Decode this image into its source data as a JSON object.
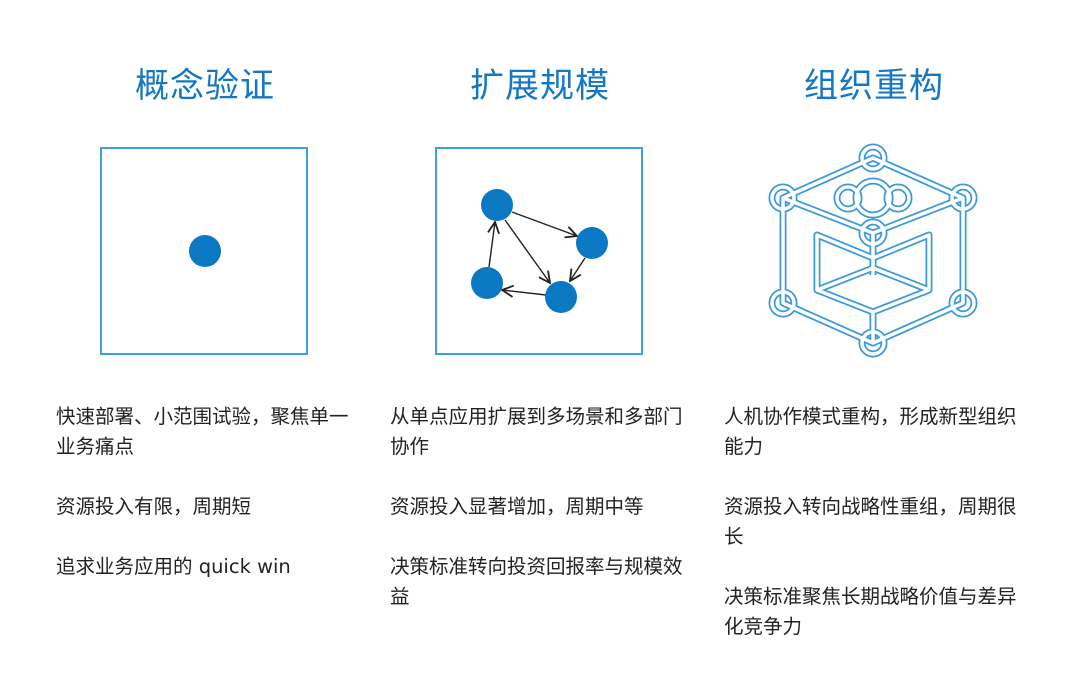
{
  "stages": [
    {
      "title": "概念验证",
      "points": [
        "快速部署、小范围试验，聚焦单一业务痛点",
        "资源投入有限，周期短",
        "追求业务应用的 quick win"
      ]
    },
    {
      "title": "扩展规模",
      "points": [
        "从单点应用扩展到多场景和多部门协作",
        "资源投入显著增加，周期中等",
        "决策标准转向投资回报率与规模效益"
      ]
    },
    {
      "title": "组织重构",
      "points": [
        "人机协作模式重构，形成新型组织能力",
        "资源投入转向战略性重组，周期很长",
        "决策标准聚焦长期战略价值与差异化竞争力"
      ]
    }
  ],
  "colors": {
    "accent": "#1577c4",
    "node": "#0a78c2",
    "border": "#3fa0dc"
  }
}
